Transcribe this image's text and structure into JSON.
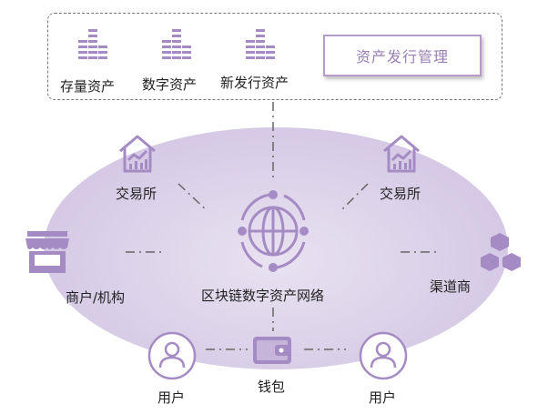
{
  "top_section": {
    "assets": [
      {
        "label": "存量资产",
        "icon": "bar-chart-icon"
      },
      {
        "label": "数字资产",
        "icon": "bar-chart-icon"
      },
      {
        "label": "新发行资产",
        "icon": "bar-chart-icon"
      }
    ],
    "management_label": "资产发行管理"
  },
  "network": {
    "center_label": "区块链数字资产网络",
    "center_icon": "globe-network-icon",
    "nodes": {
      "exchange_left": {
        "label": "交易所",
        "icon": "house-chart-icon"
      },
      "exchange_right": {
        "label": "交易所",
        "icon": "house-chart-icon"
      },
      "merchant": {
        "label": "商户/机构",
        "icon": "storefront-icon"
      },
      "channel": {
        "label": "渠道商",
        "icon": "hexagon-cluster-icon"
      },
      "wallet": {
        "label": "钱包",
        "icon": "wallet-icon"
      },
      "user_left": {
        "label": "用户",
        "icon": "user-icon"
      },
      "user_right": {
        "label": "用户",
        "icon": "user-icon"
      }
    }
  },
  "colors": {
    "accent": "#a58bc3",
    "accent_dark": "#9a7fb4",
    "ellipse": "#d8cde7",
    "dashed_line": "#666666"
  }
}
